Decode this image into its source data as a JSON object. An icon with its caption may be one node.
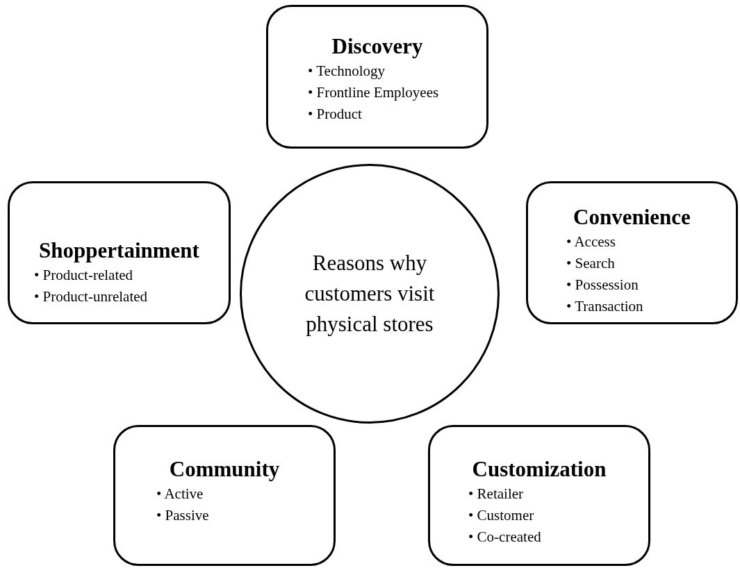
{
  "diagram": {
    "nodes": [
      {
        "text": [
          "Reasons why customers visit physical stores"
        ]
      },
      {
        "text": [
          "Discovery",
          "• Technology",
          "• Frontline Employees",
          "• Product"
        ]
      },
      {
        "text": [
          "Shoppertainment",
          "• Product-related",
          "• Product-unrelated"
        ]
      },
      {
        "text": [
          "Convenience",
          "• Access",
          "• Search",
          "• Possession",
          "• Transaction"
        ]
      },
      {
        "text": [
          "Community",
          "• Active",
          "• Passive"
        ]
      },
      {
        "text": [
          "Customization",
          "• Retailer",
          "• Customer",
          "• Co-created"
        ]
      }
    ]
  }
}
